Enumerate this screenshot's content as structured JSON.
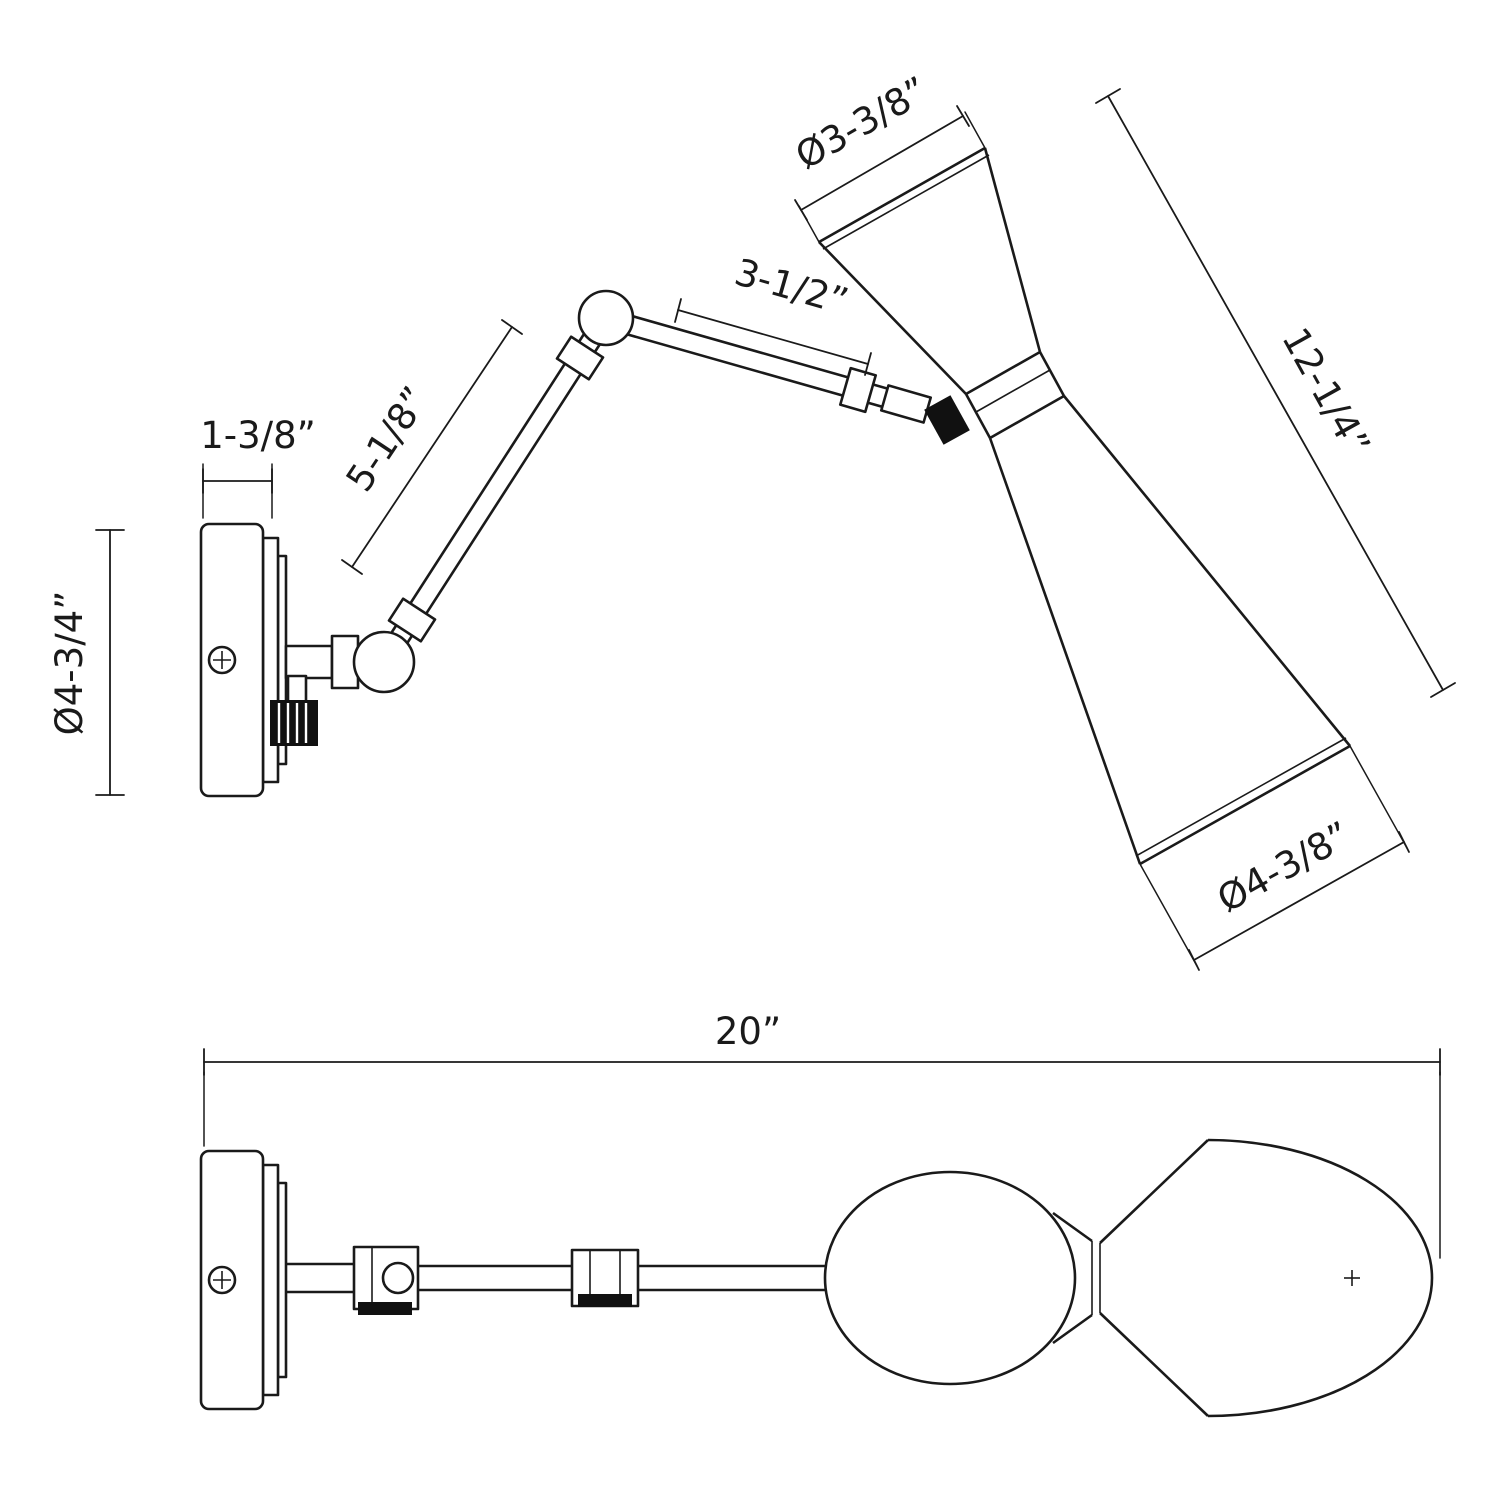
{
  "drawing": {
    "kind": "technical dimension drawing",
    "subject": "swing-arm wall sconce, side view and bottom view",
    "line_color": "#1a1a1a",
    "background_color": "#ffffff"
  },
  "views": {
    "side": {
      "dimensions": {
        "backplate_depth": "1-3/8”",
        "backplate_diameter": "Ø4-3/4”",
        "lower_arm_length": "5-1/8”",
        "upper_arm_length": "3-1/2”",
        "shade_top_diameter": "Ø3-3/8”",
        "shade_length": "12-1/4”",
        "shade_bottom_diameter": "Ø4-3/8”"
      }
    },
    "bottom": {
      "dimensions": {
        "overall_extension": "20”"
      }
    }
  }
}
